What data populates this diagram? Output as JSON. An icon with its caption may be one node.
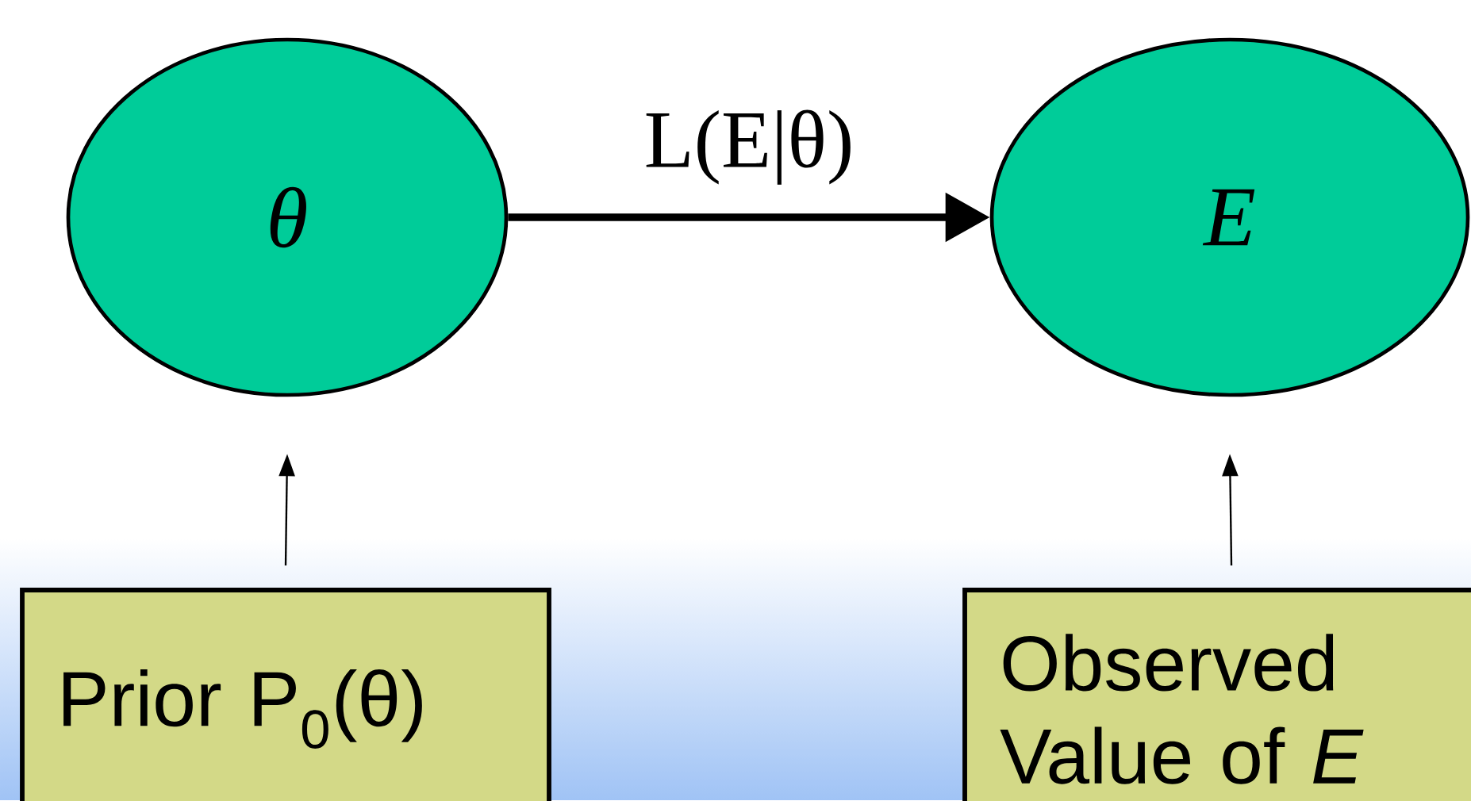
{
  "diagram": {
    "nodes": [
      {
        "text": [
          "θ"
        ]
      },
      {
        "text": [
          "E"
        ]
      },
      {
        "text": [
          "Prior P$_{0}$(θ)"
        ]
      },
      {
        "text": [
          "Observed Value of *E*"
        ]
      }
    ],
    "edges": [
      {
        "from": 0,
        "to": 1,
        "arrow": "to",
        "label": "L(E|θ)",
        "style": "thick"
      },
      {
        "from": 2,
        "to": 0,
        "arrow": "to"
      },
      {
        "from": 3,
        "to": 1,
        "arrow": "to"
      }
    ]
  }
}
